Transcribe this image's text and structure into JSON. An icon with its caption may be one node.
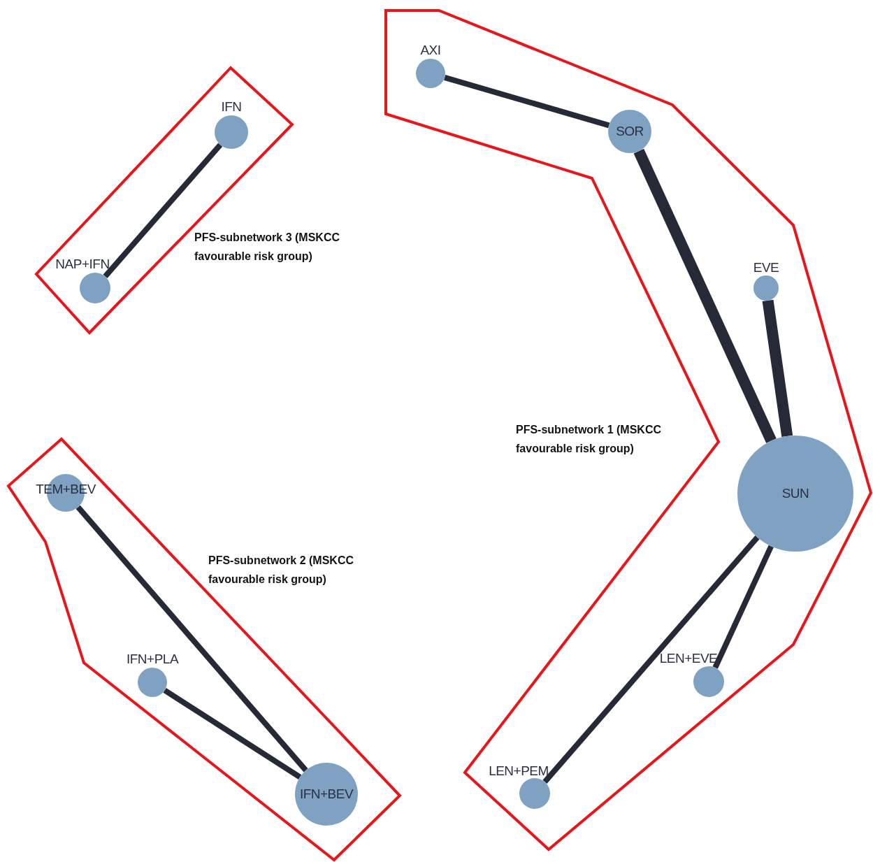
{
  "diagram": {
    "nodes": [
      {
        "text": [],
        "shape": "polygon",
        "beside": [
          "PFS-subnetwork 3 (MSKCC favourable risk group)"
        ]
      },
      {
        "text": [
          "IFN"
        ],
        "in": 0
      },
      {
        "text": [
          "NAP+IFN"
        ],
        "in": 0
      },
      {
        "text": [],
        "shape": "polygon",
        "beside": [
          "PFS-subnetwork 1 (MSKCC favourable risk group)"
        ]
      },
      {
        "text": [
          "AXI"
        ],
        "in": 3
      },
      {
        "text": [
          "SOR"
        ],
        "in": 3
      },
      {
        "text": [
          "EVE"
        ],
        "in": 3
      },
      {
        "text": [
          "SUN"
        ],
        "in": 3
      },
      {
        "text": [
          "LEN+EVE"
        ],
        "in": 3
      },
      {
        "text": [
          "LEN+PEM"
        ],
        "in": 3
      },
      {
        "text": [],
        "shape": "polygon",
        "beside": [
          "PFS-subnetwork 2 (MSKCC favourable risk group)"
        ]
      },
      {
        "text": [
          "TEM+BEV"
        ],
        "in": 10
      },
      {
        "text": [
          "IFN+PLA"
        ],
        "in": 10
      },
      {
        "text": [
          "IFN+BEV"
        ],
        "in": 10
      }
    ],
    "edges": [
      {
        "from": 1,
        "to": 2,
        "arrow": "none"
      },
      {
        "from": 4,
        "to": 5,
        "arrow": "none"
      },
      {
        "from": 5,
        "to": 7,
        "arrow": "none",
        "style": "thick"
      },
      {
        "from": 6,
        "to": 7,
        "arrow": "none",
        "style": "thick"
      },
      {
        "from": 7,
        "to": 8,
        "arrow": "none"
      },
      {
        "from": 7,
        "to": 9,
        "arrow": "none"
      },
      {
        "from": 11,
        "to": 13,
        "arrow": "none"
      },
      {
        "from": 12,
        "to": 13,
        "arrow": "none"
      }
    ]
  }
}
